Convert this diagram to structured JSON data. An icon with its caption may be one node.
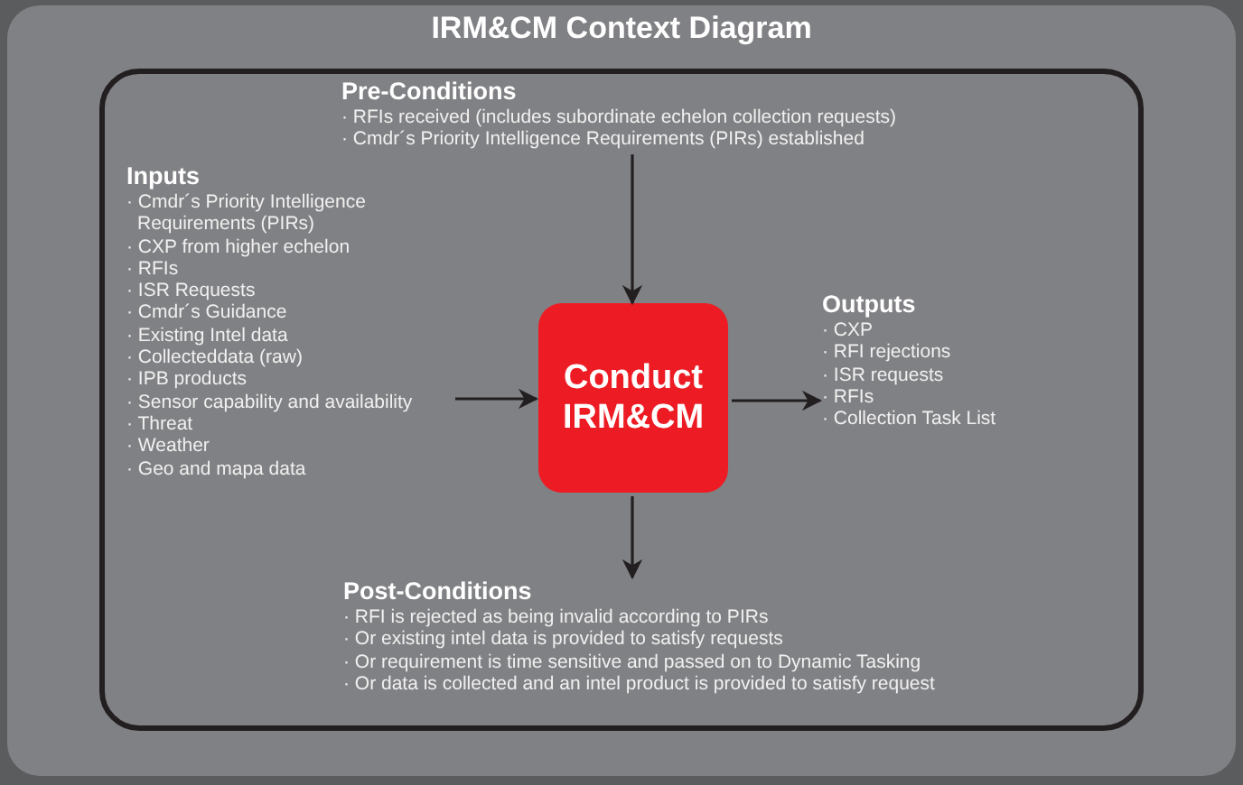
{
  "diagram": {
    "title": "IRM&CM Context Diagram",
    "nodes": [
      {
        "text": [],
        "shape": "box"
      },
      {
        "text": [
          "Pre-Conditions",
          "· RFIs received (includes subordinate echelon collection requests)",
          "· Cmdr´s Priority Intelligence Requirements (PIRs) established"
        ],
        "in": 0
      },
      {
        "text": [
          "Inputs",
          "· Cmdr´s Priority Intelligence Requirements (PIRs)",
          "· CXP from higher echelon",
          "· RFIs",
          "· ISR Requests",
          "· Cmdr´s Guidance",
          "· Existing Intel data",
          "· Collecteddata (raw)",
          "· IPB products",
          "· Sensor capability and availability",
          "· Threat",
          "· Weather",
          "· Geo and mapa data"
        ],
        "in": 0
      },
      {
        "text": [
          "Conduct IRM&CM"
        ],
        "in": 0
      },
      {
        "text": [
          "Outputs",
          "· CXP",
          "· RFI rejections",
          "· ISR requests",
          "· RFIs",
          "· Collection Task List"
        ],
        "in": 0
      },
      {
        "text": [
          "Post-Conditions",
          "· RFI is rejected as being invalid according to PIRs",
          "· Or existing intel data is provided to satisfy requests",
          "· Or requirement is time sensitive and passed on to Dynamic Tasking",
          "· Or data is collected and an intel product is provided to satisfy request"
        ],
        "in": 0
      }
    ],
    "edges": [
      {
        "from": 1,
        "to": 3,
        "arrow": "to"
      },
      {
        "from": 2,
        "to": 3,
        "arrow": "to"
      },
      {
        "from": 3,
        "to": 4,
        "arrow": "to"
      },
      {
        "from": 3,
        "to": 5,
        "arrow": "to"
      }
    ]
  }
}
